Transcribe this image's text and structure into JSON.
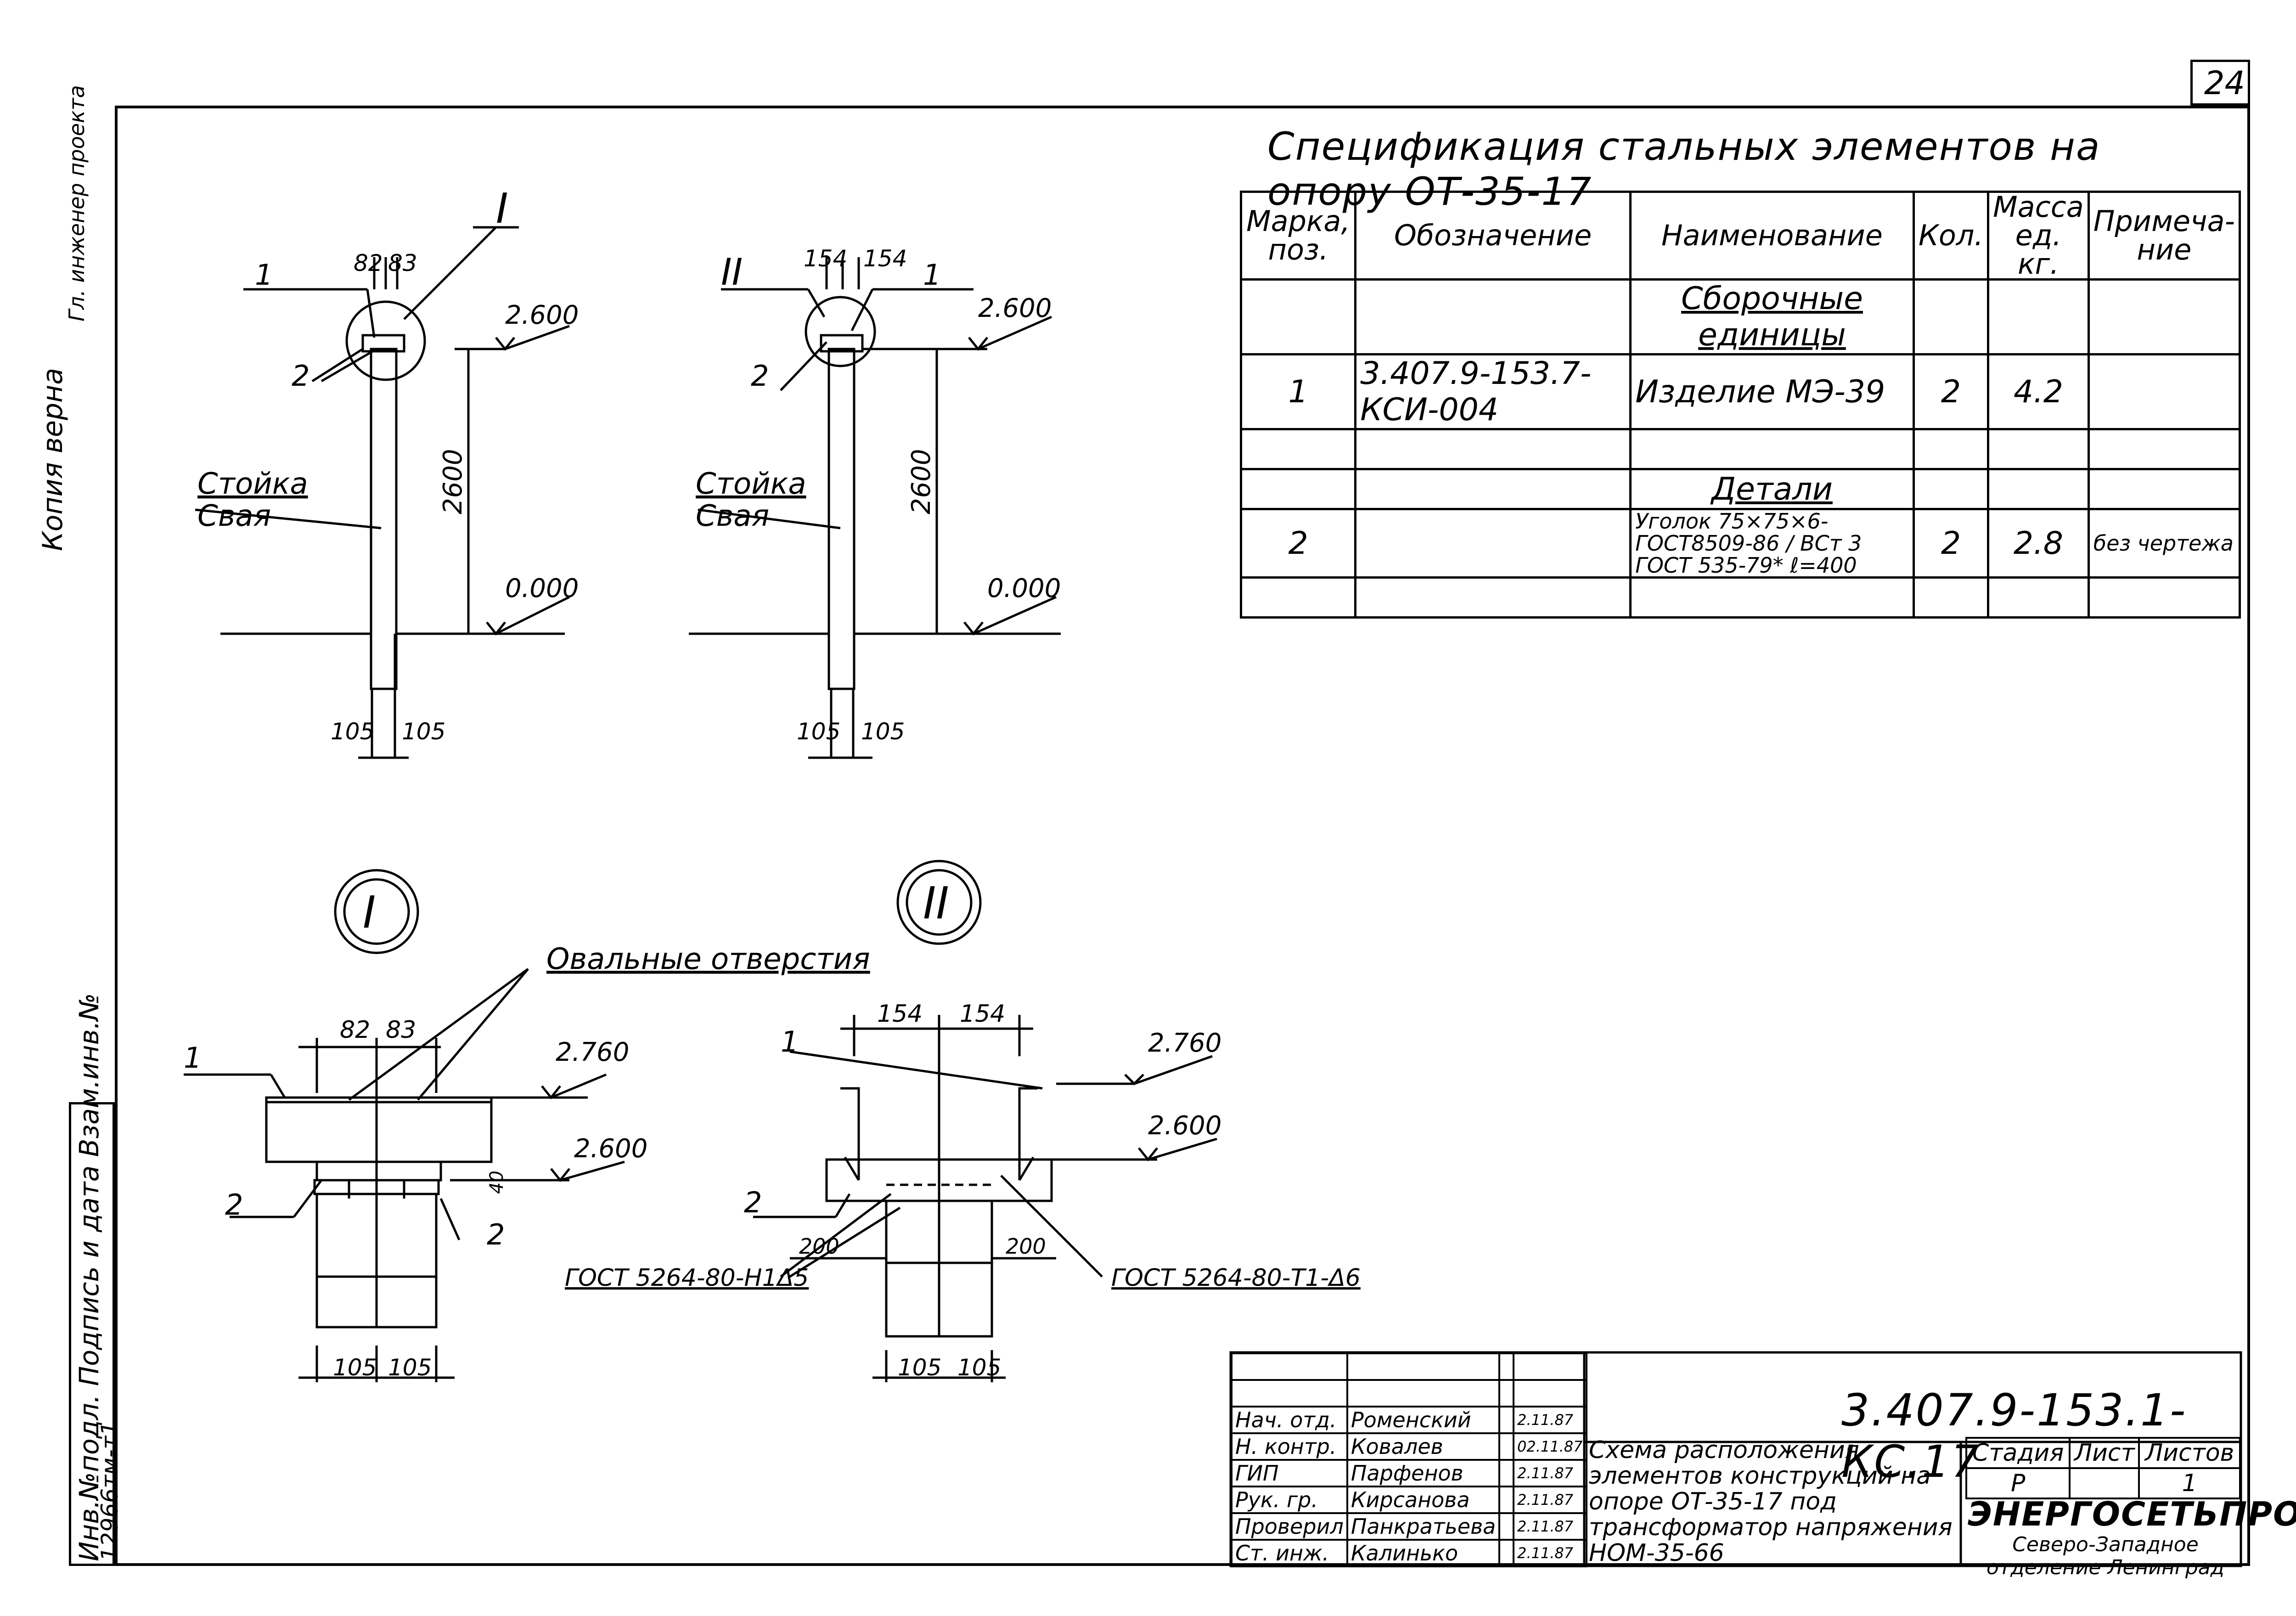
{
  "page_number": "24",
  "spec": {
    "title": "Спецификация стальных элементов на опору ОТ-35-17",
    "headers": {
      "mark": "Марка, поз.",
      "designation": "Обозначение",
      "name": "Наименование",
      "qty": "Кол.",
      "mass": "Масса ед. кг.",
      "note": "Примеча- ние"
    },
    "section_assembly": "Сборочные единицы",
    "row1": {
      "mark": "1",
      "designation": "3.407.9-153.7-КСИ-004",
      "name": "Изделие МЭ-39",
      "qty": "2",
      "mass": "4.2",
      "note": ""
    },
    "section_details": "Детали",
    "row2": {
      "mark": "2",
      "designation": "",
      "name": "Уголок 75×75×6-ГОСТ8509-86 / ВСт 3 ГОСТ 535-79* ℓ=400",
      "qty": "2",
      "mass": "2.8",
      "note": "без чертежа"
    }
  },
  "drawing": {
    "left_elevation": {
      "callout": "I",
      "pos1": "1",
      "pos2": "2",
      "dim_a": "82",
      "dim_b": "83",
      "level_top": "2.600",
      "level_ground": "0.000",
      "height": "2600",
      "label_post": "Стойка",
      "label_pile": "Свая",
      "base_a": "105",
      "base_b": "105"
    },
    "right_elevation": {
      "callout": "II",
      "pos1": "1",
      "pos2": "2",
      "dim_a": "154",
      "dim_b": "154",
      "level_top": "2.600",
      "level_ground": "0.000",
      "height": "2600",
      "label_post": "Стойка",
      "label_pile": "Свая",
      "base_a": "105",
      "base_b": "105"
    },
    "detail_I": {
      "callout": "I",
      "note": "Овальные отверстия",
      "dim_a": "82",
      "dim_b": "83",
      "level_top": "2.760",
      "level_mid": "2.600",
      "thickness": "40",
      "pos1": "1",
      "pos2": "2",
      "pos2b": "2",
      "weld": "ГОСТ 5264-80-Н1Δ5",
      "base_a": "105",
      "base_b": "105"
    },
    "detail_II": {
      "callout": "II",
      "dim_a": "154",
      "dim_b": "154",
      "level_top": "2.760",
      "level_mid": "2.600",
      "pos1": "1",
      "pos2": "2",
      "dim_c": "200",
      "dim_d": "200",
      "weld": "ГОСТ 5264-80-Т1-Δ6",
      "base_a": "105",
      "base_b": "105"
    }
  },
  "margin": {
    "copy_note": "Копия верна",
    "copy_note2": "Гл. инженер проекта",
    "stamp_inv": "Инв.№подл. Подпись и дата Взам.инв.№",
    "stamp_num": "12966тм-т1"
  },
  "title_block": {
    "code": "3.407.9-153.1-КС.17",
    "rows": [
      {
        "role": "Нач. отд.",
        "name": "Роменский",
        "date": "2.11.87"
      },
      {
        "role": "Н. контр.",
        "name": "Ковалев",
        "date": "02.11.87"
      },
      {
        "role": "ГИП",
        "name": "Парфенов",
        "date": "2.11.87"
      },
      {
        "role": "Рук. гр.",
        "name": "Кирсанова",
        "date": "2.11.87"
      },
      {
        "role": "Проверил",
        "name": "Панкратьева",
        "date": "2.11.87"
      },
      {
        "role": "Ст. инж.",
        "name": "Калинько",
        "date": "2.11.87"
      }
    ],
    "description": "Схема расположения элементов конструкций на опоре ОТ-35-17 под трансформатор напряжения НОМ-35-66",
    "stage_label": "Стадия",
    "sheet_label": "Лист",
    "sheets_label": "Листов",
    "stage": "Р",
    "sheet": "",
    "sheets": "1",
    "org": "ЭНЕРГОСЕТЬПРОЕКТ",
    "org_sub": "Северо-Западное отделение Ленинград"
  }
}
